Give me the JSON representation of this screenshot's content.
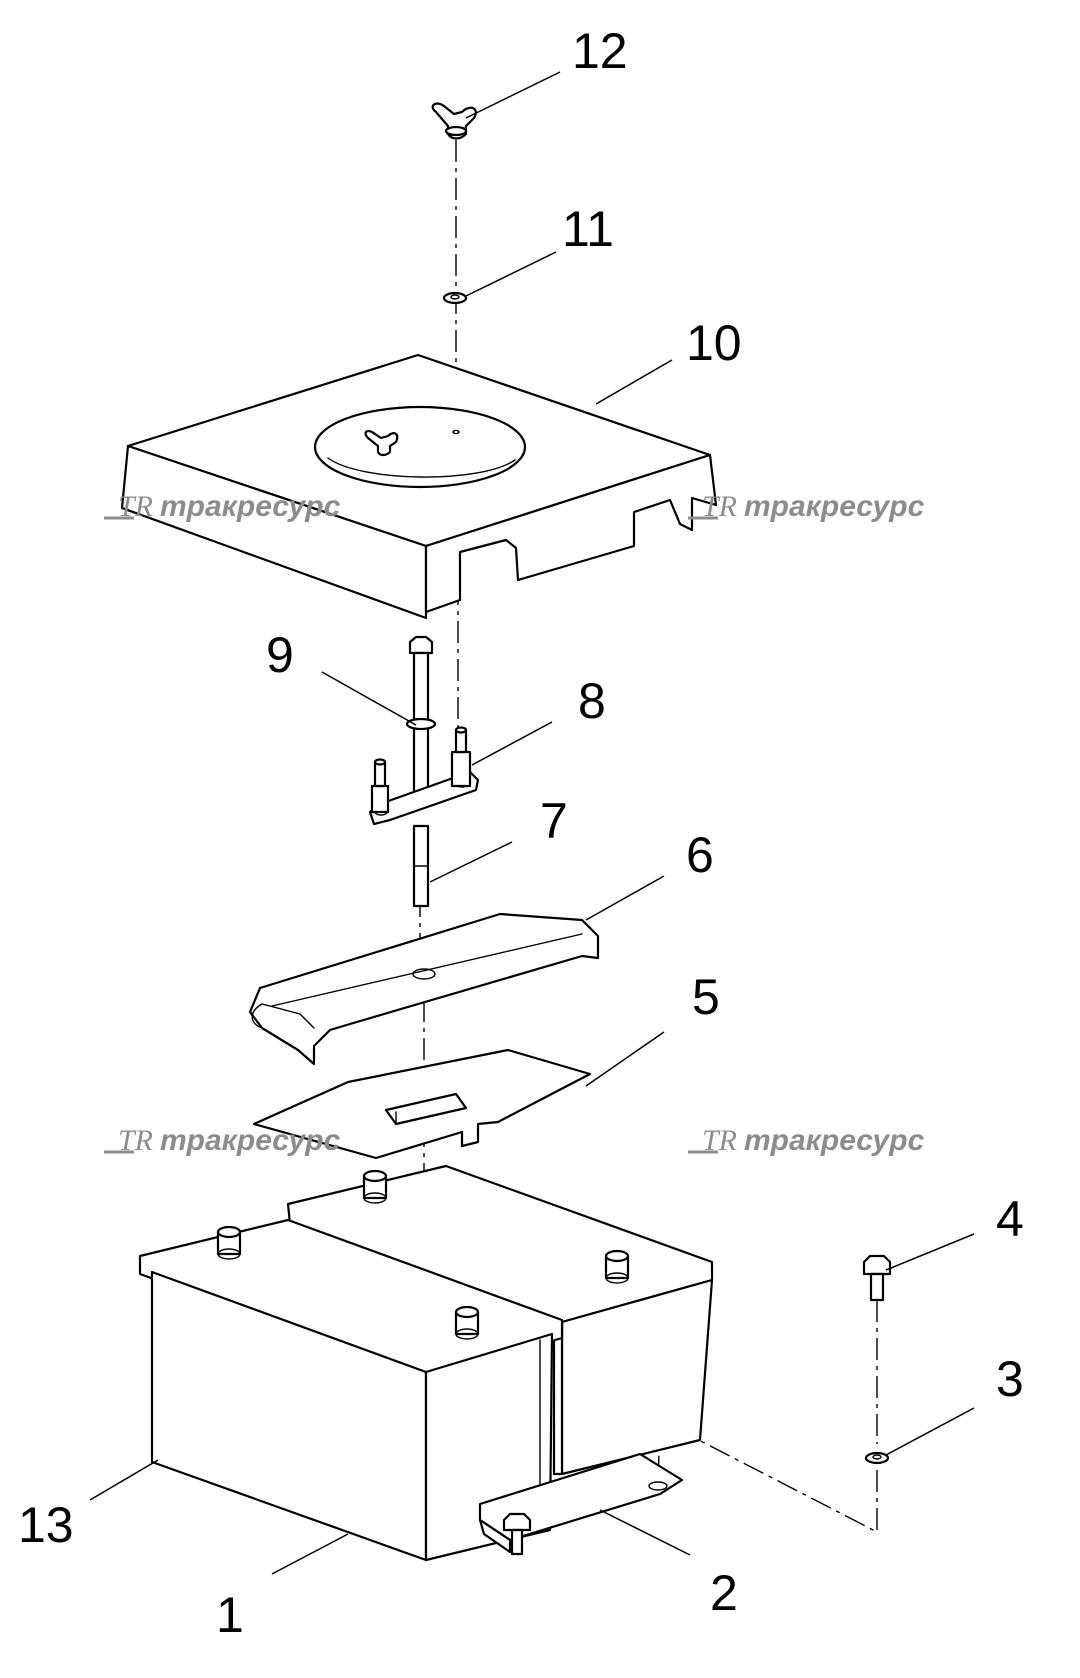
{
  "watermark": {
    "logo": "TR",
    "text": "тракресурс"
  },
  "callouts": {
    "c1": "1",
    "c2": "2",
    "c3": "3",
    "c4": "4",
    "c5": "5",
    "c6": "6",
    "c7": "7",
    "c8": "8",
    "c9": "9",
    "c10": "10",
    "c11": "11",
    "c12": "12",
    "c13": "13"
  }
}
